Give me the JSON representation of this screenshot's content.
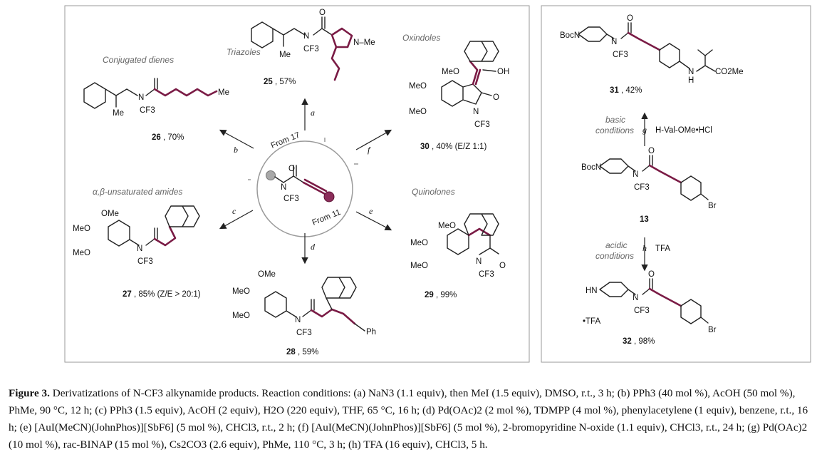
{
  "center": {
    "from_17": "From 17",
    "from_11": "From 11",
    "cf3": "CF3",
    "n": "N"
  },
  "reactions": [
    {
      "letter": "a",
      "class_label": "Triazoles",
      "compound": "25",
      "yield": ", 57%"
    },
    {
      "letter": "b",
      "class_label": "Conjugated dienes",
      "compound": "26",
      "yield": ", 70%"
    },
    {
      "letter": "c",
      "class_label": "α,β-unsaturated amides",
      "compound": "27",
      "yield": ", 85% (Z/E > 20:1)"
    },
    {
      "letter": "d",
      "class_label": "",
      "compound": "28",
      "yield": ", 59%"
    },
    {
      "letter": "e",
      "class_label": "Quinolones",
      "compound": "29",
      "yield": ", 99%"
    },
    {
      "letter": "f",
      "class_label": "Oxindoles",
      "compound": "30",
      "yield": ", 40% (E/Z 1:1)"
    }
  ],
  "structure_labels": {
    "me": "Me",
    "ome": "OMe",
    "meo": "MeO",
    "oh": "OH",
    "o": "O",
    "n": "N",
    "nme": "N–Me",
    "ph": "Ph",
    "cf3": "CF3",
    "boc_n": "BocN",
    "hn": "HN",
    "h_n": "N",
    "co2me": "CO2Me",
    "br": "Br",
    "tfa_salt": "•TFA",
    "h": "H"
  },
  "right_panel": {
    "top_compound": "31",
    "top_yield": ", 42%",
    "start_compound": "13",
    "bottom_compound": "32",
    "bottom_yield": ", 98%",
    "step_g": {
      "letter": "g",
      "condition_line1": "basic",
      "condition_line2": "conditions",
      "reagent": "H-Val-OMe•HCl"
    },
    "step_h": {
      "letter": "h",
      "condition_line1": "acidic",
      "condition_line2": "conditions",
      "reagent": "TFA"
    }
  },
  "caption": {
    "figure_label": "Figure 3.",
    "text": "Derivatizations of N-CF3 alkynamide products. Reaction conditions: (a) NaN3 (1.1 equiv), then MeI (1.5 equiv), DMSO, r.t., 3 h; (b) PPh3 (40 mol %), AcOH (50 mol %), PhMe, 90 °C, 12 h; (c) PPh3 (1.5 equiv), AcOH (2 equiv), H2O (220 equiv), THF, 65 °C, 16 h; (d) Pd(OAc)2 (2 mol %), TDMPP (4 mol %), phenylacetylene (1 equiv), benzene, r.t., 16 h; (e) [AuI(MeCN)(JohnPhos)][SbF6] (5 mol %), CHCl3, r.t., 2 h; (f) [AuI(MeCN)(JohnPhos)][SbF6] (5 mol %), 2-bromopyridine N-oxide (1.1 equiv), CHCl3, r.t., 24 h; (g) Pd(OAc)2 (10 mol %), rac-BINAP (15 mol %), Cs2CO3 (2.6 equiv), PhMe, 110 °C, 3 h; (h) TFA (16 equiv), CHCl3, 5 h."
  },
  "colors": {
    "accent": "#7a1b45",
    "frame": "#9a9a9a",
    "text": "#111111"
  }
}
